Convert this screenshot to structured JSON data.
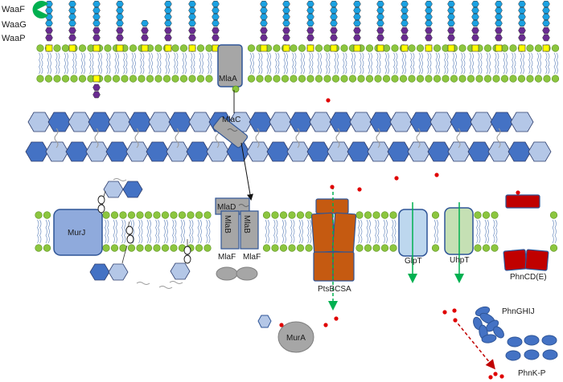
{
  "legend": {
    "waaf": "WaaF",
    "waag": "WaaG",
    "waap": "WaaP"
  },
  "proteins": {
    "mlaa": "MlaA",
    "mlac": "MlaC",
    "mlad": "MlaD",
    "mlab_left": "MlaB",
    "mlab_right": "MlaB",
    "mlaf_left": "MlaF",
    "mlaf_right": "MlaF",
    "murj": "MurJ",
    "ptsbcsa": "PtsBCSA",
    "glpt": "GlpT",
    "uhpt": "UhpT",
    "phncde": "PhnCD(E)",
    "phnghij": "PhnGHIJ",
    "phnkp": "PhnK-P",
    "mura": "MurA"
  },
  "colors": {
    "lipid_head": "#8cc63f",
    "sugar_cyan": "#1ba1e2",
    "sugar_purple": "#6a2c91",
    "kdo_yellow": "#ffff00",
    "pg_dark": "#4472c4",
    "pg_light": "#b4c7e7",
    "mla_grey": "#a6a6a6",
    "murj_blue": "#8faadc",
    "pts_orange": "#c55a11",
    "glpt_blue": "#bdd7ee",
    "uhpt_green": "#c5e0b4",
    "phn_red": "#c00000",
    "phn_blue": "#4472c4",
    "dot_red": "#e00000",
    "arrow_green": "#00b050",
    "waaf_green": "#00b050"
  }
}
